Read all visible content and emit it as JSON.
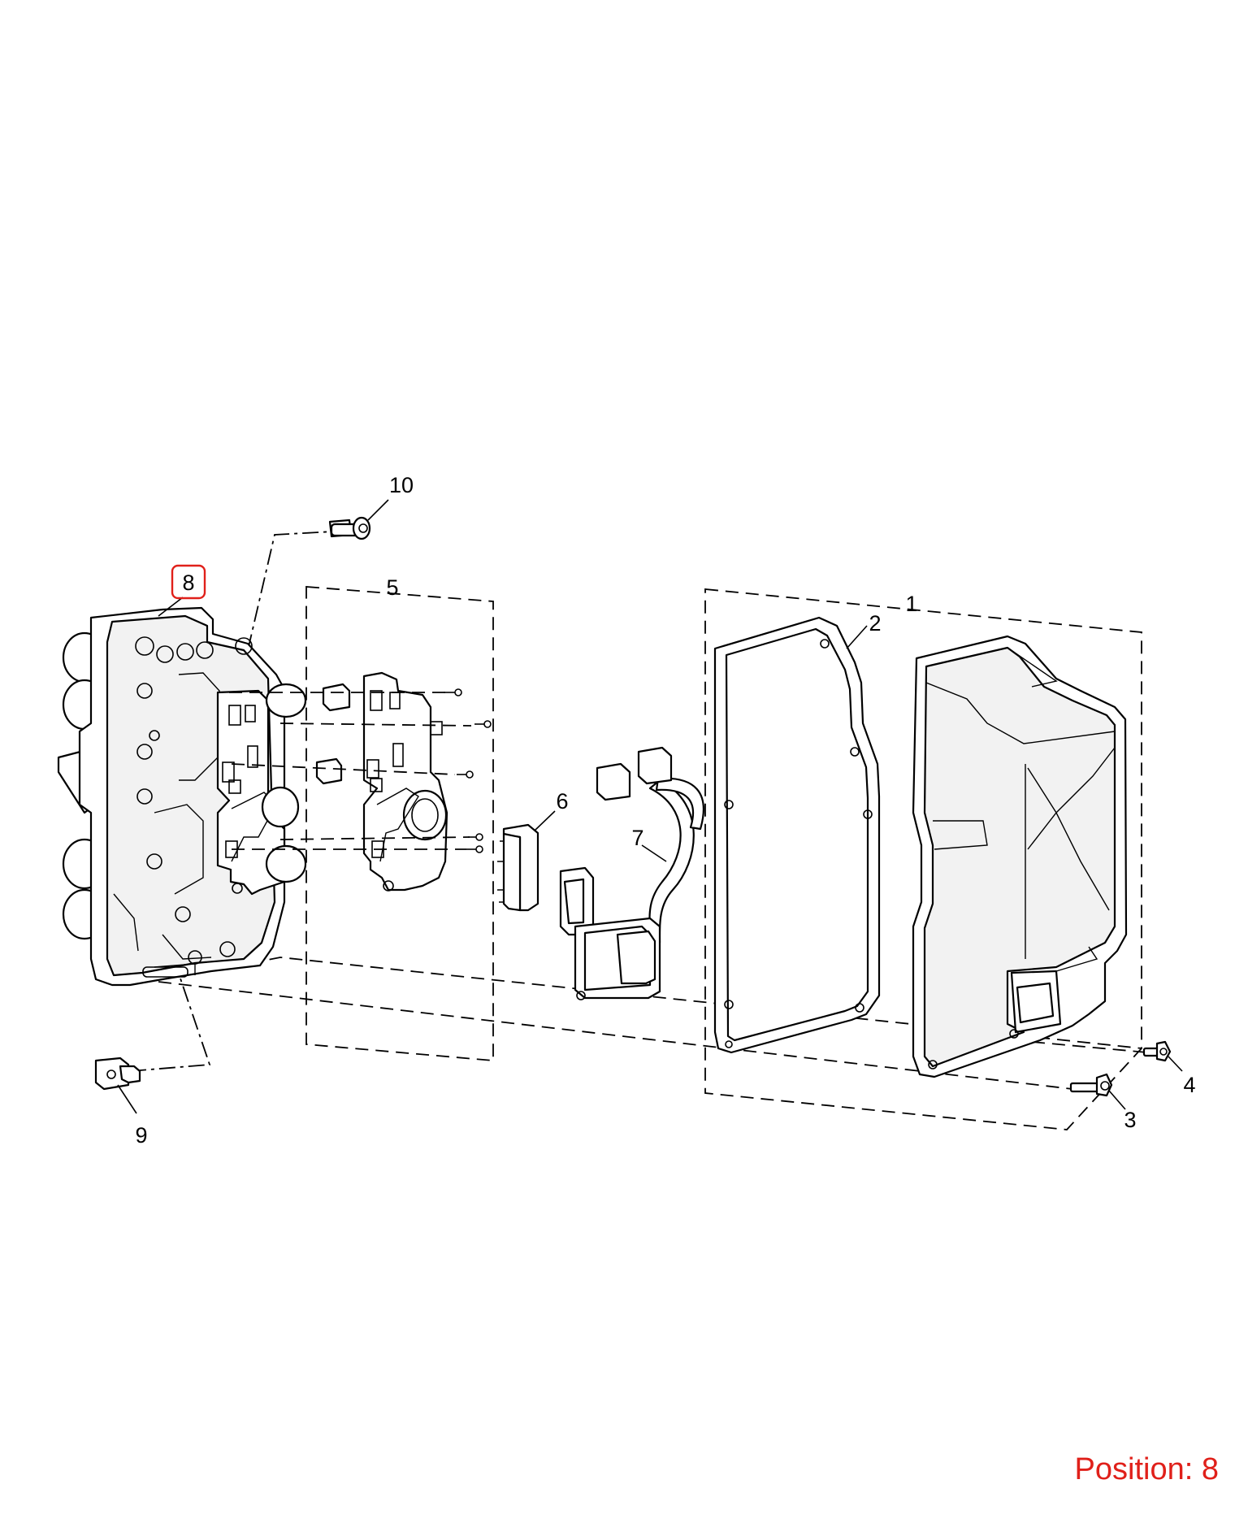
{
  "callouts": [
    {
      "id": 1,
      "label": "1"
    },
    {
      "id": 2,
      "label": "2"
    },
    {
      "id": 3,
      "label": "3"
    },
    {
      "id": 4,
      "label": "4"
    },
    {
      "id": 5,
      "label": "5"
    },
    {
      "id": 6,
      "label": "6"
    },
    {
      "id": 7,
      "label": "7"
    },
    {
      "id": 8,
      "label": "8"
    },
    {
      "id": 9,
      "label": "9"
    },
    {
      "id": 10,
      "label": "10"
    }
  ],
  "highlighted_callout": "8",
  "position_label": "Position: 8",
  "colors": {
    "highlight": "#e0201a",
    "line": "#000000",
    "background": "#ffffff"
  }
}
